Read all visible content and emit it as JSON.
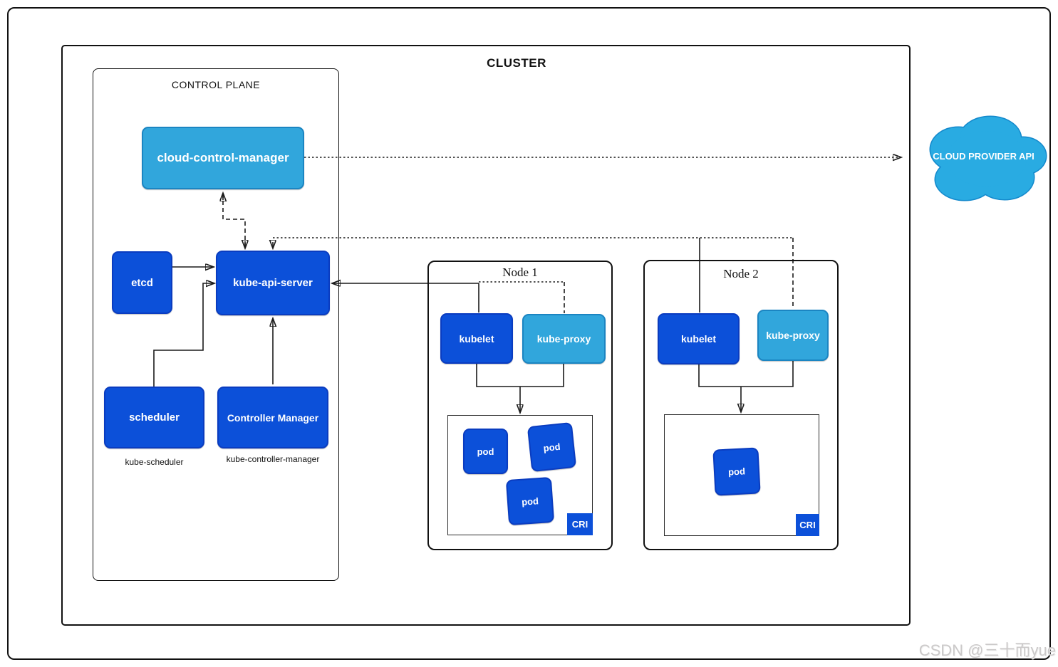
{
  "cluster": {
    "title": "CLUSTER"
  },
  "control_plane": {
    "title": "CONTROL PLANE",
    "cloud_control_manager": "cloud-control-manager",
    "etcd": "etcd",
    "kube_api_server": "kube-api-server",
    "scheduler": "scheduler",
    "controller_manager": "Controller Manager",
    "scheduler_caption": "kube-scheduler",
    "controller_manager_caption": "kube-controller-manager"
  },
  "nodes": [
    {
      "title": "Node 1",
      "kubelet": "kubelet",
      "kube_proxy": "kube-proxy",
      "cri": "CRI",
      "pods": [
        "pod",
        "pod",
        "pod"
      ]
    },
    {
      "title": "Node 2",
      "kubelet": "kubelet",
      "kube_proxy": "kube-proxy",
      "cri": "CRI",
      "pods": [
        "pod"
      ]
    }
  ],
  "cloud_provider": {
    "label": "CLOUD PROVIDER API"
  },
  "watermark": "CSDN @三十而yue",
  "colors": {
    "component_dark_blue": "#0c50d9",
    "component_dark_blue_border": "#0a3cc0",
    "component_light_blue": "#31a6dc",
    "component_light_blue_border": "#1b85c2",
    "cloud_fill": "#29abe2",
    "cloud_border": "#1489cc",
    "connector": "#1a1a1a",
    "watermark_gray": "#cbc9c9"
  }
}
